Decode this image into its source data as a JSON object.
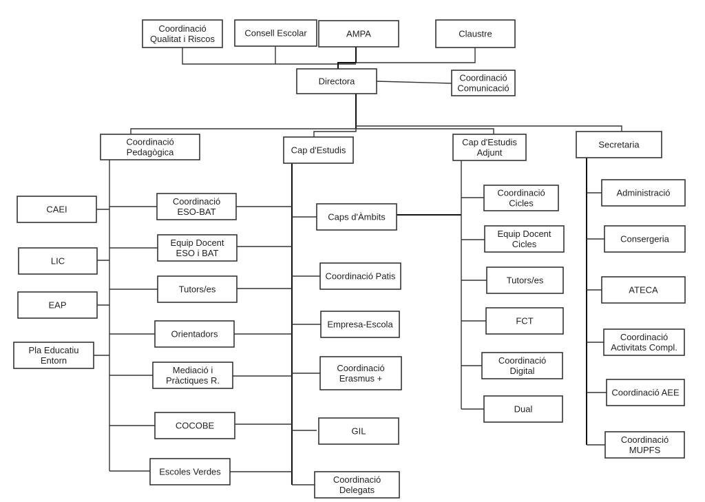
{
  "diagram": {
    "type": "org-chart",
    "top_bodies": [
      {
        "id": "qualitat",
        "lines": [
          "Coordinació",
          "Qualitat i Riscos"
        ]
      },
      {
        "id": "consell",
        "lines": [
          "Consell Escolar"
        ]
      },
      {
        "id": "ampa",
        "lines": [
          "AMPA"
        ]
      },
      {
        "id": "claustre",
        "lines": [
          "Claustre"
        ]
      }
    ],
    "head": {
      "id": "directora",
      "lines": [
        "Directora"
      ]
    },
    "head_side": {
      "id": "comunicacio",
      "lines": [
        "Coordinació",
        "Comunicació"
      ]
    },
    "branches": [
      {
        "id": "pedagogica",
        "lines": [
          "Coordinació",
          "Pedagògica"
        ]
      },
      {
        "id": "capestudis",
        "lines": [
          "Cap d'Estudis"
        ]
      },
      {
        "id": "capadjunt",
        "lines": [
          "Cap d'Estudis",
          "Adjunt"
        ]
      },
      {
        "id": "secretaria",
        "lines": [
          "Secretaria"
        ]
      }
    ],
    "pedagogica_left": [
      {
        "id": "caei",
        "lines": [
          "CAEI"
        ]
      },
      {
        "id": "lic",
        "lines": [
          "LIC"
        ]
      },
      {
        "id": "eap",
        "lines": [
          "EAP"
        ]
      },
      {
        "id": "pla",
        "lines": [
          "Pla Educatiu",
          "Entorn"
        ]
      }
    ],
    "shared_middle": [
      {
        "id": "esobat",
        "lines": [
          "Coordinació",
          "ESO-BAT"
        ]
      },
      {
        "id": "equipeso",
        "lines": [
          "Equip Docent",
          "ESO i BAT"
        ]
      },
      {
        "id": "tutors1",
        "lines": [
          "Tutors/es"
        ]
      },
      {
        "id": "orientadors",
        "lines": [
          "Orientadors"
        ]
      },
      {
        "id": "mediacio",
        "lines": [
          "Mediació i",
          "Pràctiques R."
        ]
      },
      {
        "id": "cocobe",
        "lines": [
          "COCOBE"
        ]
      },
      {
        "id": "verdes",
        "lines": [
          "Escoles Verdes"
        ]
      }
    ],
    "capestudis_children": [
      {
        "id": "ambits",
        "lines": [
          "Caps d'Àmbits"
        ]
      },
      {
        "id": "patis",
        "lines": [
          "Coordinació Patis"
        ]
      },
      {
        "id": "empresa",
        "lines": [
          "Empresa-Escola"
        ]
      },
      {
        "id": "erasmus",
        "lines": [
          "Coordinació",
          "Erasmus +"
        ]
      },
      {
        "id": "gil",
        "lines": [
          "GIL"
        ]
      },
      {
        "id": "delegats",
        "lines": [
          "Coordinació",
          "Delegats"
        ]
      }
    ],
    "capadjunt_children": [
      {
        "id": "cicles",
        "lines": [
          "Coordinació",
          "Cicles"
        ]
      },
      {
        "id": "equipcicles",
        "lines": [
          "Equip Docent",
          "Cicles"
        ]
      },
      {
        "id": "tutors2",
        "lines": [
          "Tutors/es"
        ]
      },
      {
        "id": "fct",
        "lines": [
          "FCT"
        ]
      },
      {
        "id": "digital",
        "lines": [
          "Coordinació",
          "Digital"
        ]
      },
      {
        "id": "dual",
        "lines": [
          "Dual"
        ]
      }
    ],
    "secretaria_children": [
      {
        "id": "admin",
        "lines": [
          "Administració"
        ]
      },
      {
        "id": "consergeria",
        "lines": [
          "Consergeria"
        ]
      },
      {
        "id": "ateca",
        "lines": [
          "ATECA"
        ]
      },
      {
        "id": "activitats",
        "lines": [
          "Coordinació",
          "Activitats Compl."
        ]
      },
      {
        "id": "aee",
        "lines": [
          "Coordinació AEE"
        ]
      },
      {
        "id": "mupfs",
        "lines": [
          "Coordinació",
          "MUPFS"
        ]
      }
    ]
  }
}
